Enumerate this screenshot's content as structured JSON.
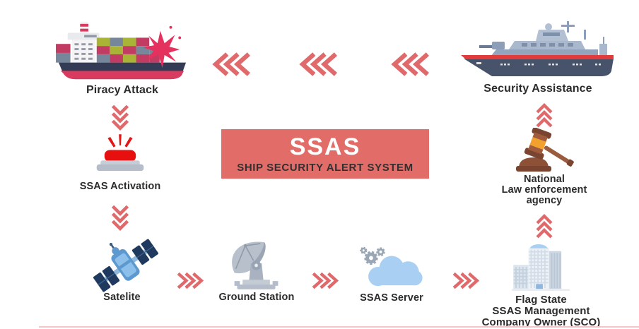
{
  "colors": {
    "background": "#ffffff",
    "arrow": "#e0696b",
    "text": "#2b2b2b",
    "center_box_bg": "#e26d68",
    "center_box_title": "#ffffff",
    "center_box_subtitle": "#332f30",
    "alert_red": "#e81010",
    "ship_crimson": "#d93b60"
  },
  "center_box": {
    "title": "SSAS",
    "subtitle": "SHIP SECURITY ALERT SYSTEM"
  },
  "nodes": {
    "piracy_attack": {
      "label": "Piracy Attack",
      "icon": "cargo-ship-explosion-icon"
    },
    "security_assistance": {
      "label": "Security Assistance",
      "icon": "warship-icon"
    },
    "ssas_activation": {
      "label": "SSAS Activation",
      "icon": "alert-button-icon"
    },
    "law_enforcement": {
      "lines": [
        "National",
        "Law enforcement",
        "agency"
      ],
      "icon": "gavel-icon"
    },
    "satellite": {
      "label": "Satelite",
      "icon": "satellite-icon"
    },
    "ground_station": {
      "label": "Ground Station",
      "icon": "ground-station-dish-icon"
    },
    "ssas_server": {
      "label": "SSAS Server",
      "icon": "cloud-server-icon"
    },
    "flag_state": {
      "lines": [
        "Flag State",
        "SSAS Management",
        "Company Owner (SCO)"
      ],
      "icon": "office-buildings-icon"
    }
  },
  "arrows": [
    {
      "name": "assistance-flow-1",
      "direction": "left"
    },
    {
      "name": "assistance-flow-2",
      "direction": "left"
    },
    {
      "name": "assistance-flow-3",
      "direction": "left"
    },
    {
      "name": "attack-to-activation",
      "direction": "down"
    },
    {
      "name": "activation-to-satellite",
      "direction": "down"
    },
    {
      "name": "satellite-to-ground-station",
      "direction": "right"
    },
    {
      "name": "ground-station-to-server",
      "direction": "right"
    },
    {
      "name": "server-to-flag-state",
      "direction": "right"
    },
    {
      "name": "flag-state-to-law-agency",
      "direction": "up"
    },
    {
      "name": "law-agency-to-assistance",
      "direction": "up"
    }
  ]
}
